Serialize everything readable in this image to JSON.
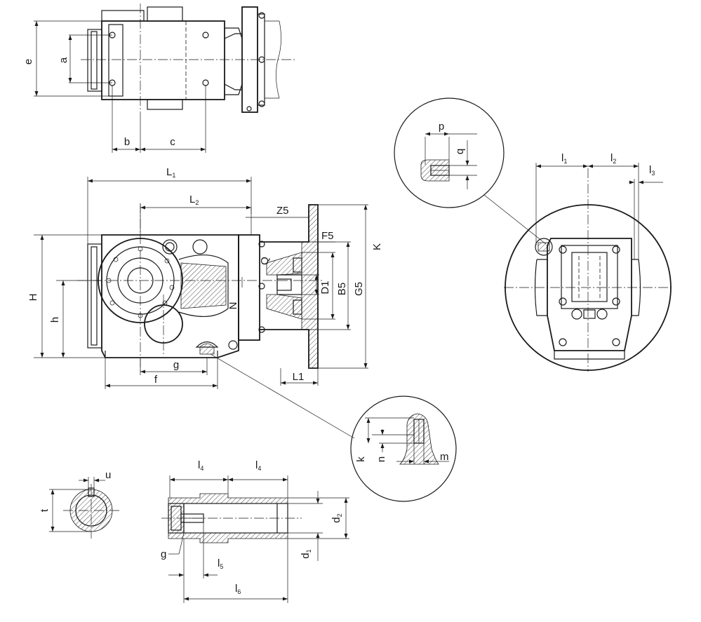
{
  "labels": {
    "e": "e",
    "a": "a",
    "b": "b",
    "c": "c",
    "L1": "L",
    "L1_sub": "1",
    "L2": "L",
    "L2_sub": "2",
    "Z5": "Z5",
    "F5": "F5",
    "K": "K",
    "Q": "Q",
    "D1": "D1",
    "B5": "B5",
    "G5": "G5",
    "N": "N",
    "H": "H",
    "h": "h",
    "g": "g",
    "f": "f",
    "L1_flange": "L1",
    "p": "p",
    "q": "q",
    "l1": "l",
    "l1_sub": "1",
    "l2": "l",
    "l2_sub": "2",
    "l3": "l",
    "l3_sub": "3",
    "k": "k",
    "n": "n",
    "m": "m",
    "u": "u",
    "t": "t",
    "l4a": "l",
    "l4a_sub": "4",
    "l4b": "l",
    "l4b_sub": "4",
    "d2": "d",
    "d2_sub": "2",
    "d1": "d",
    "d1_sub": "1",
    "g_shaft": "g",
    "l5": "l",
    "l5_sub": "5",
    "l6": "l",
    "l6_sub": "6"
  }
}
